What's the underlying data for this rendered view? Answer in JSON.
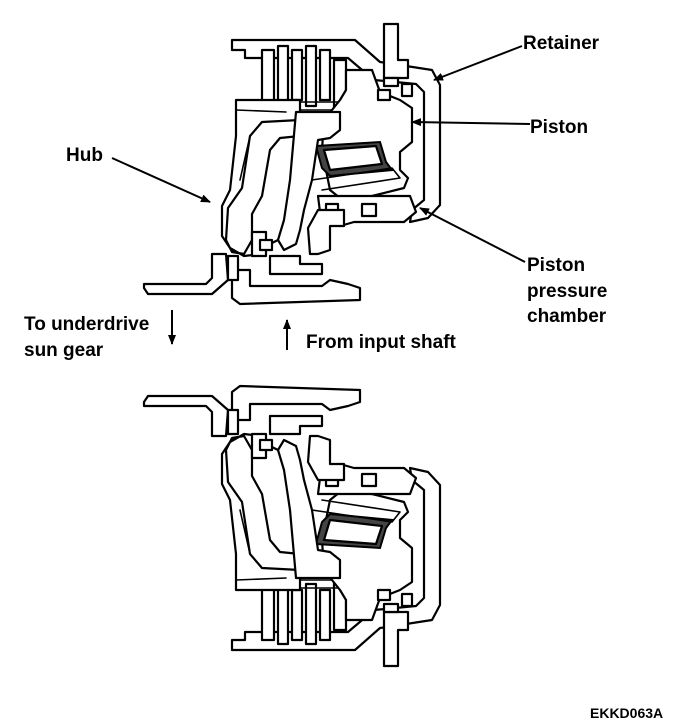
{
  "labels": {
    "retainer": "Retainer",
    "piston": "Piston",
    "hub": "Hub",
    "piston_pressure_chamber": [
      "Piston",
      "pressure",
      "chamber"
    ],
    "to_underdrive_sun_gear": [
      "To underdrive",
      "sun gear"
    ],
    "from_input_shaft": "From input shaft"
  },
  "figure_code": "EKKD063A"
}
